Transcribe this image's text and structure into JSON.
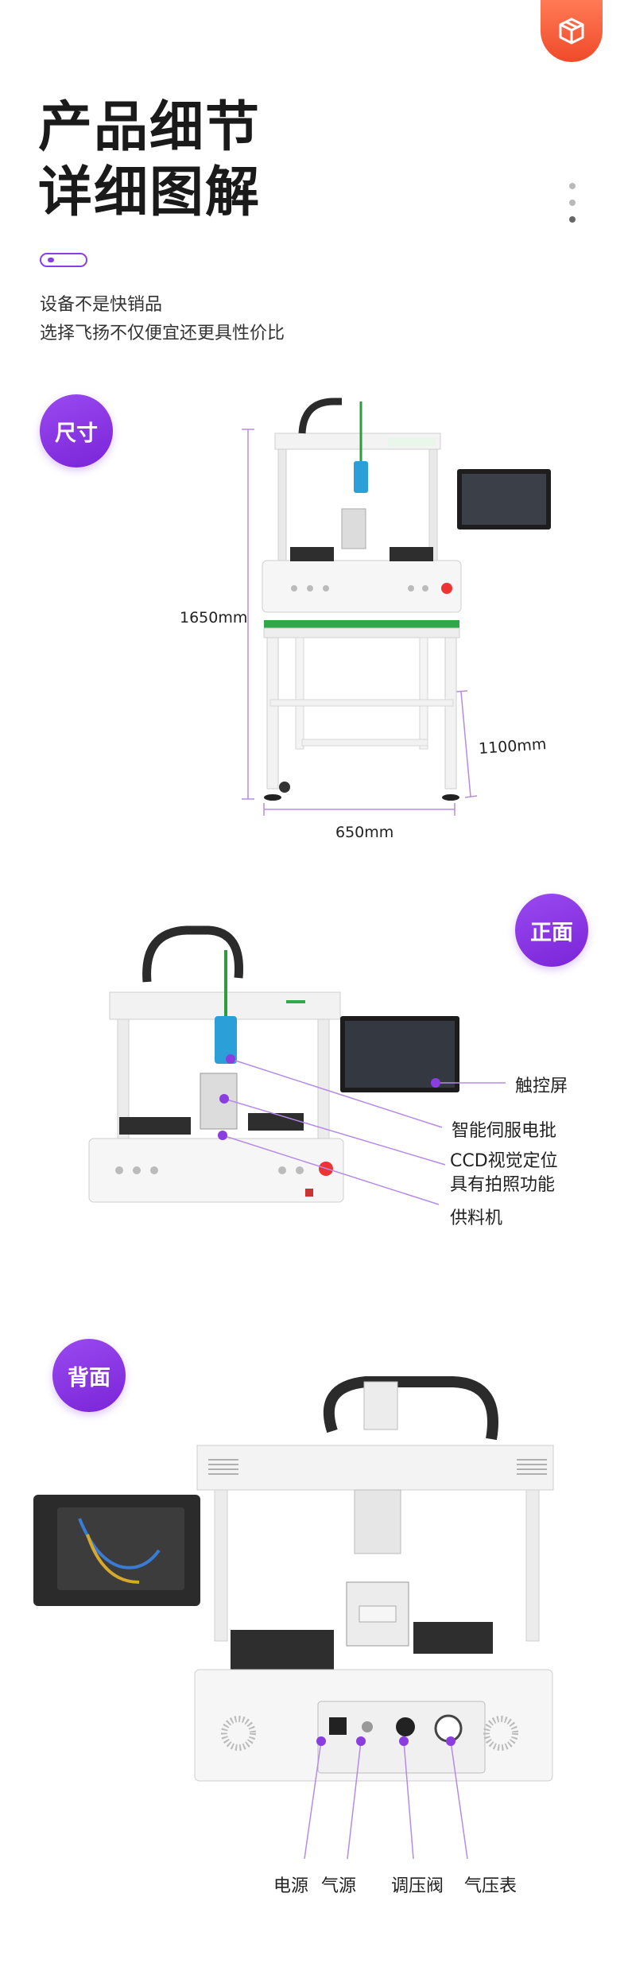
{
  "header": {
    "title_line1": "产品细节",
    "title_line2": "详细图解",
    "intro_line1": "设备不是快销品",
    "intro_line2": "选择飞扬不仅便宜还更具性价比"
  },
  "size_section": {
    "badge": "尺寸",
    "height": "1650mm",
    "depth": "1100mm",
    "width": "650mm"
  },
  "front_section": {
    "badge": "正面",
    "labels": {
      "touchscreen": "触控屏",
      "servo": "智能伺服电批",
      "ccd_line1": "CCD视觉定位",
      "ccd_line2": "具有拍照功能",
      "feeder": "供料机"
    }
  },
  "back_section": {
    "badge": "背面",
    "labels": {
      "power": "电源",
      "air": "气源",
      "regulator": "调压阀",
      "gauge": "气压表"
    }
  },
  "colors": {
    "accent": "#8b3ee0",
    "corner_badge": "#f04a2a",
    "frame_green": "#2ea84a"
  },
  "icons": {
    "corner": "package-box-icon"
  }
}
